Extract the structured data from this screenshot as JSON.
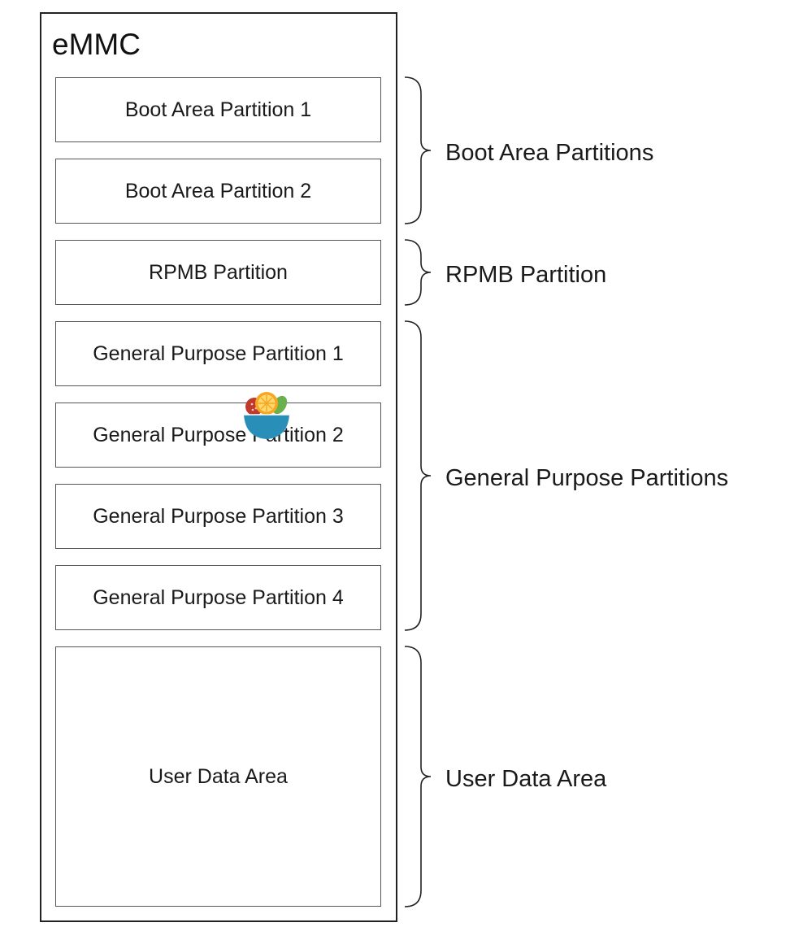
{
  "diagram": {
    "title": "eMMC",
    "partitions": [
      {
        "label": "Boot Area Partition 1"
      },
      {
        "label": "Boot Area Partition 2"
      },
      {
        "label": "RPMB Partition"
      },
      {
        "label": "General Purpose Partition 1"
      },
      {
        "label": "General Purpose Partition 2"
      },
      {
        "label": "General Purpose Partition 3"
      },
      {
        "label": "General Purpose Partition 4"
      },
      {
        "label": "User Data Area"
      }
    ],
    "groups": [
      {
        "label": "Boot Area Partitions"
      },
      {
        "label": "RPMB Partition"
      },
      {
        "label": "General Purpose Partitions"
      },
      {
        "label": "User Data Area"
      }
    ]
  },
  "watermark": {
    "icon": "fruit-bowl-icon"
  },
  "colors": {
    "border": "#222222",
    "box_border": "#555555",
    "bowl": "#2a8fb8",
    "fruit_orange": "#f6a623",
    "fruit_red": "#c0392b",
    "fruit_green": "#6ab04c"
  }
}
